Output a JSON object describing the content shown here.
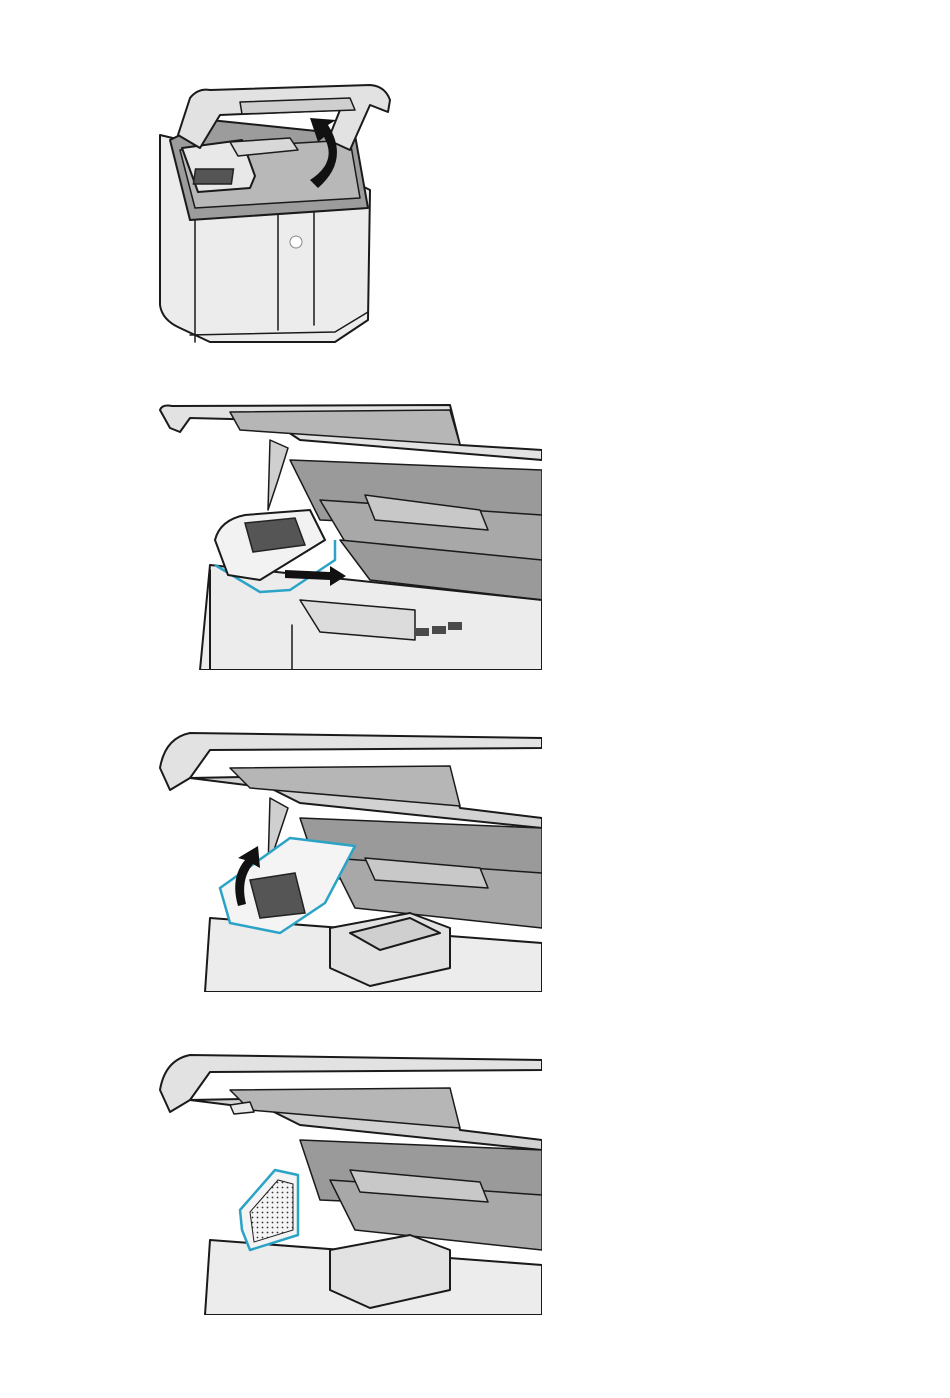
{
  "document": {
    "figures": [
      {
        "icon": "printer-open-lid-illustration",
        "arrow": "curved-up-arrow-icon"
      },
      {
        "icon": "control-panel-slide-out-illustration",
        "arrow": "straight-arrow-icon"
      },
      {
        "icon": "control-panel-lift-up-illustration",
        "arrow": "curved-up-arrow-icon"
      },
      {
        "icon": "filter-cover-illustration",
        "arrow": ""
      }
    ],
    "colors": {
      "highlight": "#2aa3c6",
      "light_gray": "#e6e6e6",
      "mid_gray": "#b9b9b9",
      "dark_gray": "#9a9a9a",
      "outline": "#1a1a1a"
    }
  }
}
